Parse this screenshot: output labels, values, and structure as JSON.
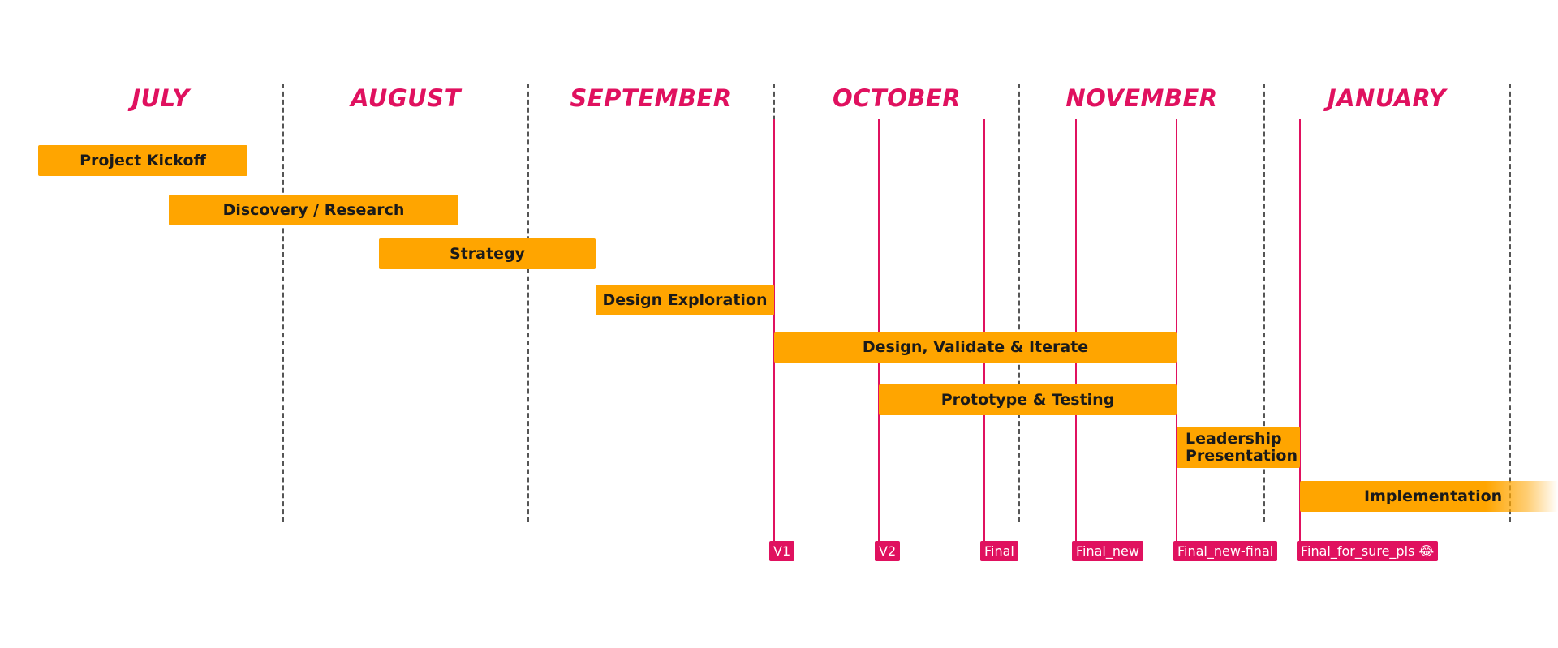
{
  "months": [
    "JULY",
    "AUGUST",
    "SEPTEMBER",
    "OCTOBER",
    "NOVEMBER",
    "JANUARY"
  ],
  "phases": [
    {
      "label": "Project Kickoff"
    },
    {
      "label": "Discovery / Research"
    },
    {
      "label": "Strategy"
    },
    {
      "label": "Design Exploration"
    },
    {
      "label": "Design, Validate & Iterate"
    },
    {
      "label": "Prototype & Testing"
    },
    {
      "label": "Leadership Presentation"
    },
    {
      "label": "Implementation"
    }
  ],
  "milestones": [
    "V1",
    "V2",
    "Final",
    "Final_new",
    "Final_new-final",
    "Final_for_sure_pls 😂"
  ],
  "colors": {
    "accent": "#e0115f",
    "bar": "#ffa500",
    "divider": "#555555",
    "bar_text": "#1a1a1a"
  }
}
